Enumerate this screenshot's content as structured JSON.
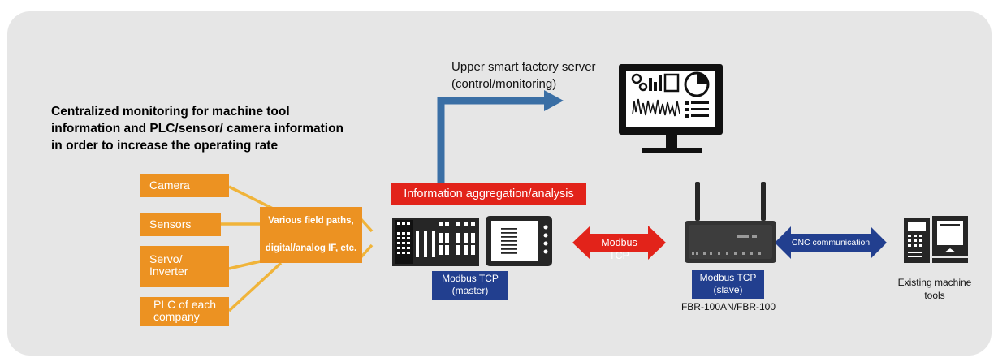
{
  "headline": {
    "line1": "Centralized monitoring for machine tool",
    "line2": "information and PLC/sensor/ camera information",
    "line3": "in order to increase the operating rate"
  },
  "server": {
    "line1": "Upper smart factory server",
    "line2": "(control/monitoring)"
  },
  "inputs": {
    "camera": "Camera",
    "sensors": "Sensors",
    "servo_line1": "Servo/",
    "servo_line2": "Inverter",
    "plc_line1": "PLC of each",
    "plc_line2": "company"
  },
  "field_box": {
    "line1": "Various field paths,",
    "line2": "digital/analog IF, etc."
  },
  "aggregation": "Information aggregation/analysis",
  "master": {
    "line1": "Modbus TCP",
    "line2": "(master)"
  },
  "modbus_arrow": "Modbus TCP",
  "slave": {
    "line1": "Modbus TCP",
    "line2": "(slave)",
    "model": "FBR-100AN/FBR-100"
  },
  "cnc_arrow": "CNC communication",
  "machine_tools": {
    "line1": "Existing machine",
    "line2": "tools"
  },
  "colors": {
    "panel": "#e6e6e6",
    "orange": "#ec9222",
    "yellow_line": "#f0b43a",
    "red": "#e2231a",
    "navy": "#223f8f",
    "steel_blue": "#3a6fa5",
    "device_dark": "#262626"
  },
  "icons": [
    "monitor-dashboard-icon",
    "plc-rack-icon",
    "touch-panel-icon",
    "router-icon",
    "cnc-machine-icon"
  ]
}
